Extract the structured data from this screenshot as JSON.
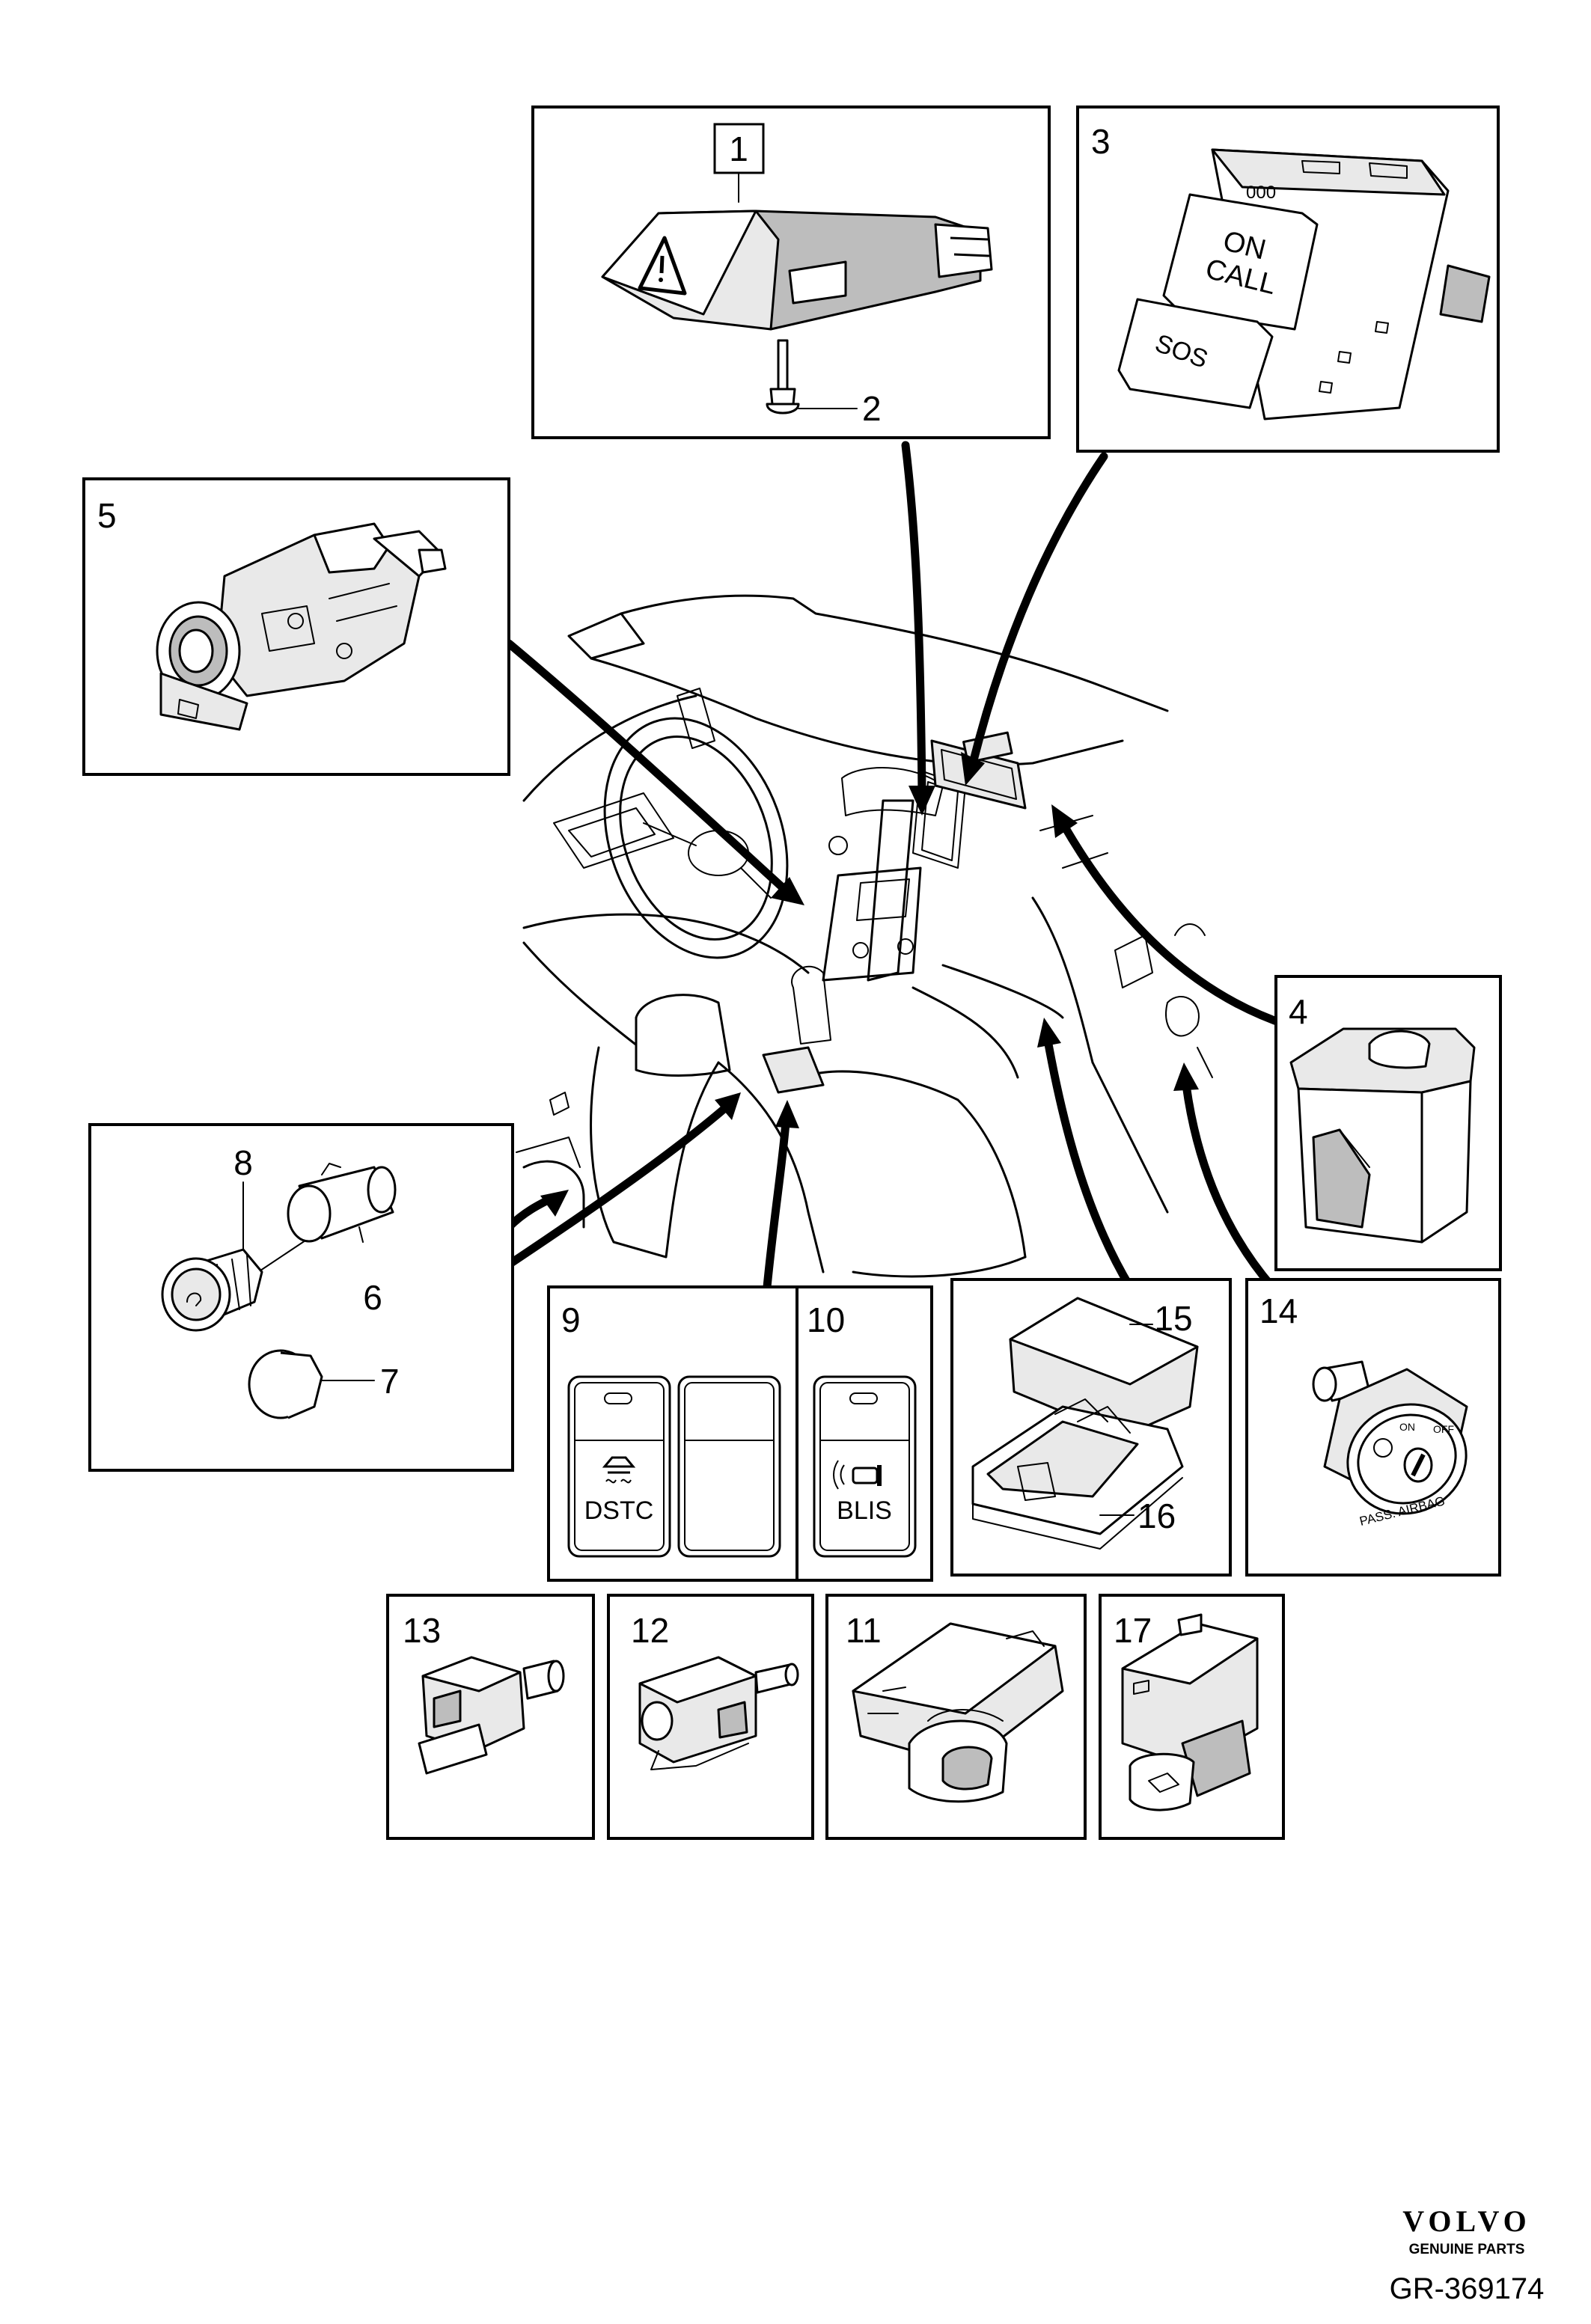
{
  "parts": [
    {
      "id": "1",
      "label": "1"
    },
    {
      "id": "2",
      "label": "2"
    },
    {
      "id": "3",
      "label": "3"
    },
    {
      "id": "4",
      "label": "4"
    },
    {
      "id": "5",
      "label": "5"
    },
    {
      "id": "6",
      "label": "6"
    },
    {
      "id": "7",
      "label": "7"
    },
    {
      "id": "8",
      "label": "8"
    },
    {
      "id": "9",
      "label": "9"
    },
    {
      "id": "10",
      "label": "10"
    },
    {
      "id": "11",
      "label": "11"
    },
    {
      "id": "12",
      "label": "12"
    },
    {
      "id": "13",
      "label": "13"
    },
    {
      "id": "14",
      "label": "14"
    },
    {
      "id": "15",
      "label": "15"
    },
    {
      "id": "16",
      "label": "16"
    },
    {
      "id": "17",
      "label": "17"
    }
  ],
  "part_texts": {
    "on_call_line1": "ON",
    "on_call_line2": "CALL",
    "sos": "SOS",
    "dstc": "DSTC",
    "blis": "BLIS",
    "airbag": "PASS. AIRBAG",
    "airbag_on": "ON",
    "airbag_off": "OFF",
    "counter": "000"
  },
  "footer": {
    "brand": "VOLVO",
    "tagline": "GENUINE PARTS",
    "reference": "GR-369174"
  }
}
